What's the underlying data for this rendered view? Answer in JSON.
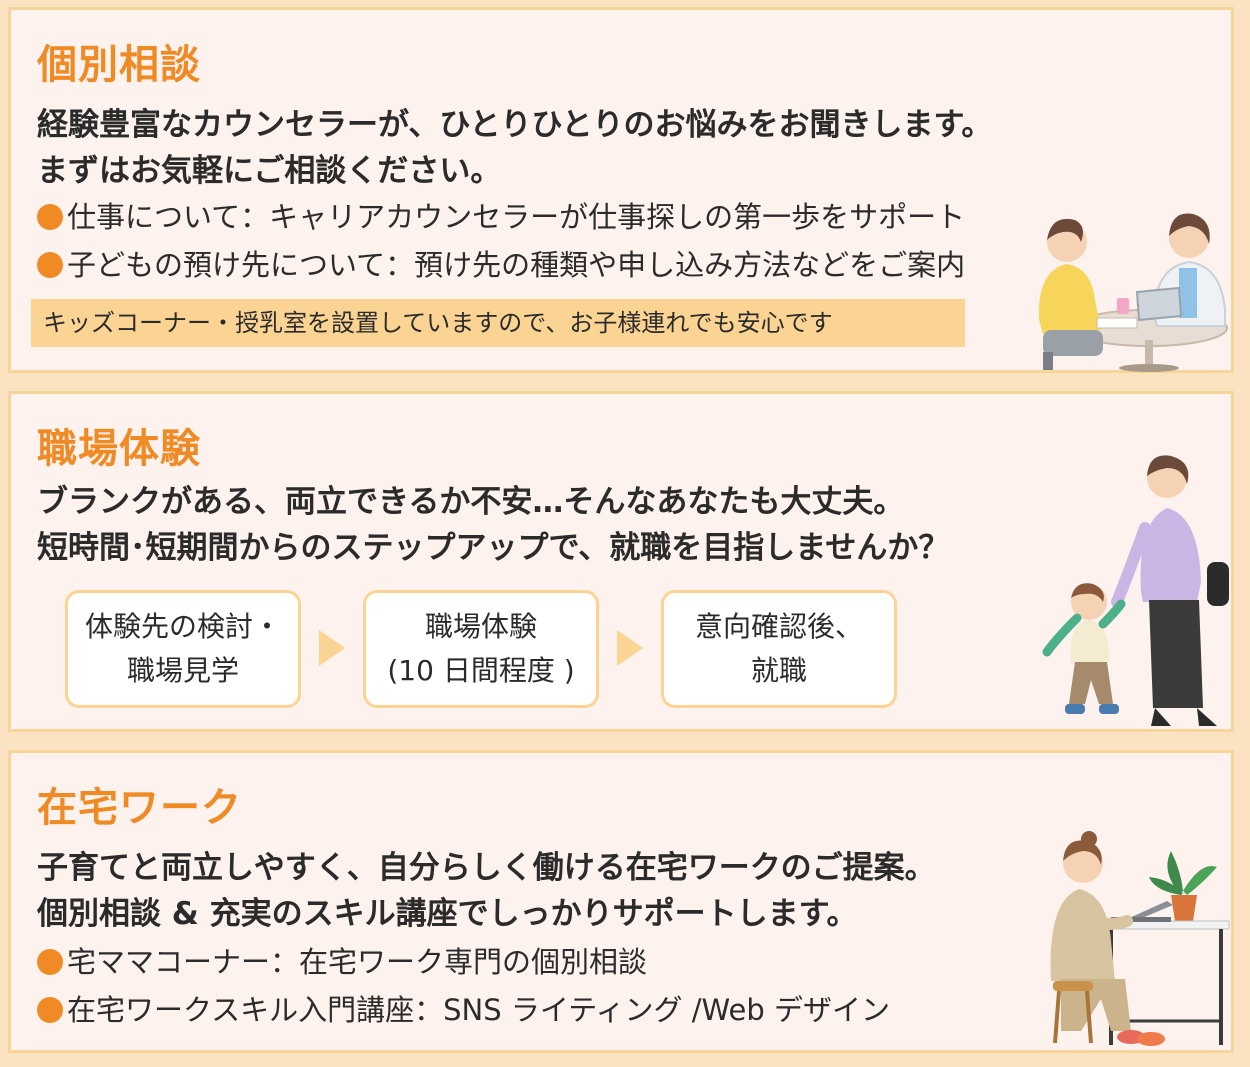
{
  "sections": [
    {
      "title": "個別相談",
      "lead": [
        "経験豊富なカウンセラーが、ひとりひとりのお悩みをお聞きします。",
        "まずはお気軽にご相談ください。"
      ],
      "bullets": [
        "仕事について：キャリアカウンセラーが仕事探しの第一歩をサポート",
        "子どもの預け先について：預け先の種類や申し込み方法などをご案内"
      ],
      "note": "キッズコーナー・授乳室を設置していますので、お子様連れでも安心です"
    },
    {
      "title": "職場体験",
      "lead": [
        "ブランクがある、両立できるか不安…そんなあなたも大丈夫。",
        "短時間･短期間からのステップアップで、就職を目指しませんか？"
      ],
      "steps": [
        {
          "line1": "体験先の検討・",
          "line2": "職場見学"
        },
        {
          "line1": "職場体験",
          "line2": "(10 日間程度 )"
        },
        {
          "line1": "意向確認後、",
          "line2": "就職"
        }
      ]
    },
    {
      "title": "在宅ワーク",
      "lead": [
        "子育てと両立しやすく、自分らしく働ける在宅ワークのご提案。",
        "個別相談 & 充実のスキル講座でしっかりサポートします。"
      ],
      "bullets": [
        "宅ママコーナー：在宅ワーク専門の個別相談",
        "在宅ワークスキル入門講座：SNS ライティング /Web デザイン"
      ]
    }
  ],
  "colors": {
    "accent": "#f08a24",
    "highlight": "#fbd494",
    "card_bg": "#fdf2ee",
    "border": "#f7d59a"
  },
  "icons": {
    "counseling": "counseling-illustration",
    "parent_child": "parent-child-walking-illustration",
    "remote_work": "remote-work-illustration"
  }
}
